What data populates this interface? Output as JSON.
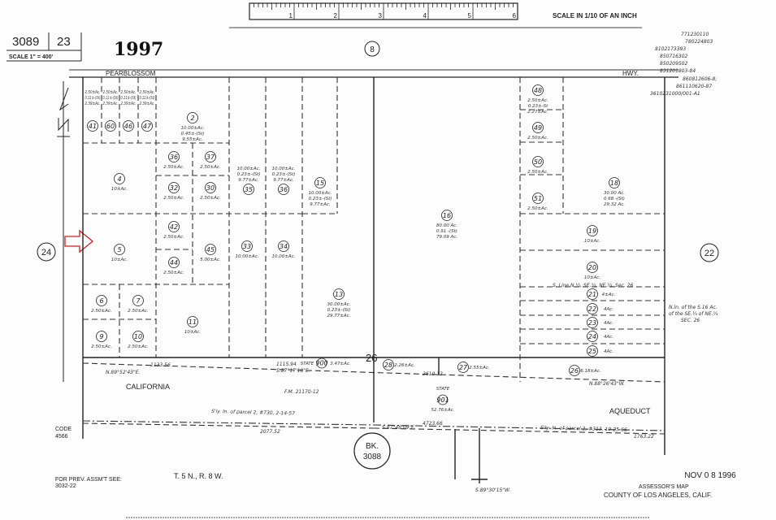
{
  "header": {
    "map_book": "3089",
    "map_page": "23",
    "scale": "SCALE 1\" = 400'",
    "year": "1997",
    "ruler_ticks": [
      "1",
      "2",
      "3",
      "4",
      "5",
      "6"
    ],
    "ruler_caption": "SCALE IN 1/10 OF AN INCH",
    "revision_codes": [
      "771230110",
      "780224803",
      "8102173393",
      "850716302",
      "850209502",
      "831201803-84",
      "860812606-8;",
      "861110620-87",
      "3610231000/001-A1"
    ]
  },
  "roads": {
    "name_left": "PEARBLOSSOM",
    "name_right": "HWY."
  },
  "adjacent": {
    "north": "8",
    "west": "24",
    "east": "22",
    "south_book": "BK.",
    "south_book_num": "3088"
  },
  "section_number": "26",
  "parcels": [
    {
      "num": "41",
      "acres": [
        "2.50±Ac.",
        "0.11±-(St)",
        "2.39±Ac."
      ]
    },
    {
      "num": "60",
      "acres": [
        "2.50±Ac.",
        "0.11±-(St)",
        "2.39±Ac."
      ]
    },
    {
      "num": "46",
      "acres": [
        "2.50±Ac.",
        "0.11±-(St)",
        "2.39±Ac."
      ]
    },
    {
      "num": "47",
      "acres": [
        "2.50±Ac.",
        "0.11±-(St)",
        "2.39±Ac."
      ]
    },
    {
      "num": "2",
      "acres": [
        "10.00±Ac.",
        "0.45±-(St)",
        "9.55±Ac."
      ]
    },
    {
      "num": "4",
      "acres": [
        "10±Ac."
      ]
    },
    {
      "num": "36",
      "acres": [
        "2.50±Ac."
      ]
    },
    {
      "num": "37",
      "acres": [
        "2.50±Ac."
      ]
    },
    {
      "num": "32",
      "acres": [
        "2.50±Ac."
      ]
    },
    {
      "num": "30",
      "acres": [
        "2.50±Ac."
      ]
    },
    {
      "num": "35",
      "acres": [
        "10.00±Ac.",
        "0.23±-(St)",
        "9.77±Ac."
      ]
    },
    {
      "num": "36",
      "acres": [
        "10.00±Ac.",
        "0.23±-(St)",
        "9.77±Ac."
      ]
    },
    {
      "num": "15",
      "acres": [
        "10.00±Ac.",
        "0.23±-(St)",
        "9.77±Ac."
      ]
    },
    {
      "num": "5",
      "acres": [
        "10±Ac."
      ]
    },
    {
      "num": "42",
      "acres": [
        "2.50±Ac."
      ]
    },
    {
      "num": "44",
      "acres": [
        "2.50±Ac."
      ]
    },
    {
      "num": "45",
      "acres": [
        "5.00±Ac."
      ]
    },
    {
      "num": "33",
      "acres": [
        "10.00±Ac."
      ]
    },
    {
      "num": "34",
      "acres": [
        "10.00±Ac."
      ]
    },
    {
      "num": "13",
      "acres": [
        "30.00±Ac.",
        "0.23±-(St)",
        "29.77±Ac."
      ]
    },
    {
      "num": "16",
      "acres": [
        "80.00 Ac.",
        "0.91 -(St)",
        "79.09 Ac."
      ]
    },
    {
      "num": "6",
      "acres": [
        "2.50±Ac."
      ]
    },
    {
      "num": "7",
      "acres": [
        "2.50±Ac."
      ]
    },
    {
      "num": "9",
      "acres": [
        "2.50±Ac."
      ]
    },
    {
      "num": "10",
      "acres": [
        "2.50±Ac."
      ]
    },
    {
      "num": "11",
      "acres": [
        "10±Ac."
      ]
    },
    {
      "num": "48",
      "acres": [
        "2.50±Ac.",
        "0.23±-St",
        "2.27±Ac."
      ]
    },
    {
      "num": "49",
      "acres": [
        "2.50±Ac."
      ]
    },
    {
      "num": "50",
      "acres": [
        "2.50±Ac."
      ]
    },
    {
      "num": "51",
      "acres": [
        "2.50±Ac."
      ]
    },
    {
      "num": "18",
      "acres": [
        "30.00 Ac.",
        "0.68 -(St)",
        "29.32 Ac."
      ]
    },
    {
      "num": "19",
      "acres": [
        "10±Ac."
      ]
    },
    {
      "num": "20",
      "acres": [
        "10±Ac."
      ]
    },
    {
      "num": "21",
      "acres": [
        "4±Ac."
      ]
    },
    {
      "num": "22",
      "acres": [
        "4Ac."
      ]
    },
    {
      "num": "23",
      "acres": [
        "4Ac."
      ]
    },
    {
      "num": "24",
      "acres": [
        "4Ac."
      ]
    },
    {
      "num": "25",
      "acres": [
        "4Ac."
      ]
    },
    {
      "num": "28",
      "acres": [
        "2.26±Ac."
      ]
    },
    {
      "num": "27",
      "acres": [
        "2.55±Ac."
      ]
    },
    {
      "num": "26",
      "acres": [
        "6.18±Ac."
      ]
    },
    {
      "num": "901",
      "acres": [
        "STATE",
        "52.76±Ac."
      ]
    },
    {
      "num": "900",
      "acres": [
        "STATE",
        "3.47±Ac."
      ]
    }
  ],
  "annotations": {
    "california": "CALIFORNIA",
    "aqueduct": "AQUEDUCT",
    "fm": "F.M. 21170-12",
    "s_line": "S. Line N.½, SE.¼, NE.¼, Sec. 26",
    "side_note": [
      "N.ln. of the S.16 Ac.",
      "of the SE.¼ of NE.¼",
      "SEC. 26"
    ],
    "easement_1": "S'ly. ln. of parcel 2, #730, 2-14-57",
    "easement_2": "S'ly. ln. of parcel 2, #313, 10-25-66",
    "bearings": [
      "N.89°52'43\"E.",
      "1133.56",
      "1115.94",
      "S.87°17'18\"E.",
      "S.87°48'09\"E.",
      "4723.66",
      "2077.52",
      "1763.22",
      "N.88°26'43\"W.",
      "2610.12",
      "S.89°30'15\"W."
    ]
  },
  "footer": {
    "code_label": "CODE",
    "code_value": "4566",
    "prev_label": "FOR PREV. ASSM'T SEE:",
    "prev_value": "3032-22",
    "township": "T. 5 N., R. 8 W.",
    "stamp_date": "NOV 0 8 1996",
    "title": "ASSESSOR'S MAP",
    "county": "COUNTY OF LOS ANGELES, CALIF."
  },
  "colors": {
    "ink": "#222222",
    "arrow": "#d22020",
    "paper": "#fdfdfd"
  }
}
